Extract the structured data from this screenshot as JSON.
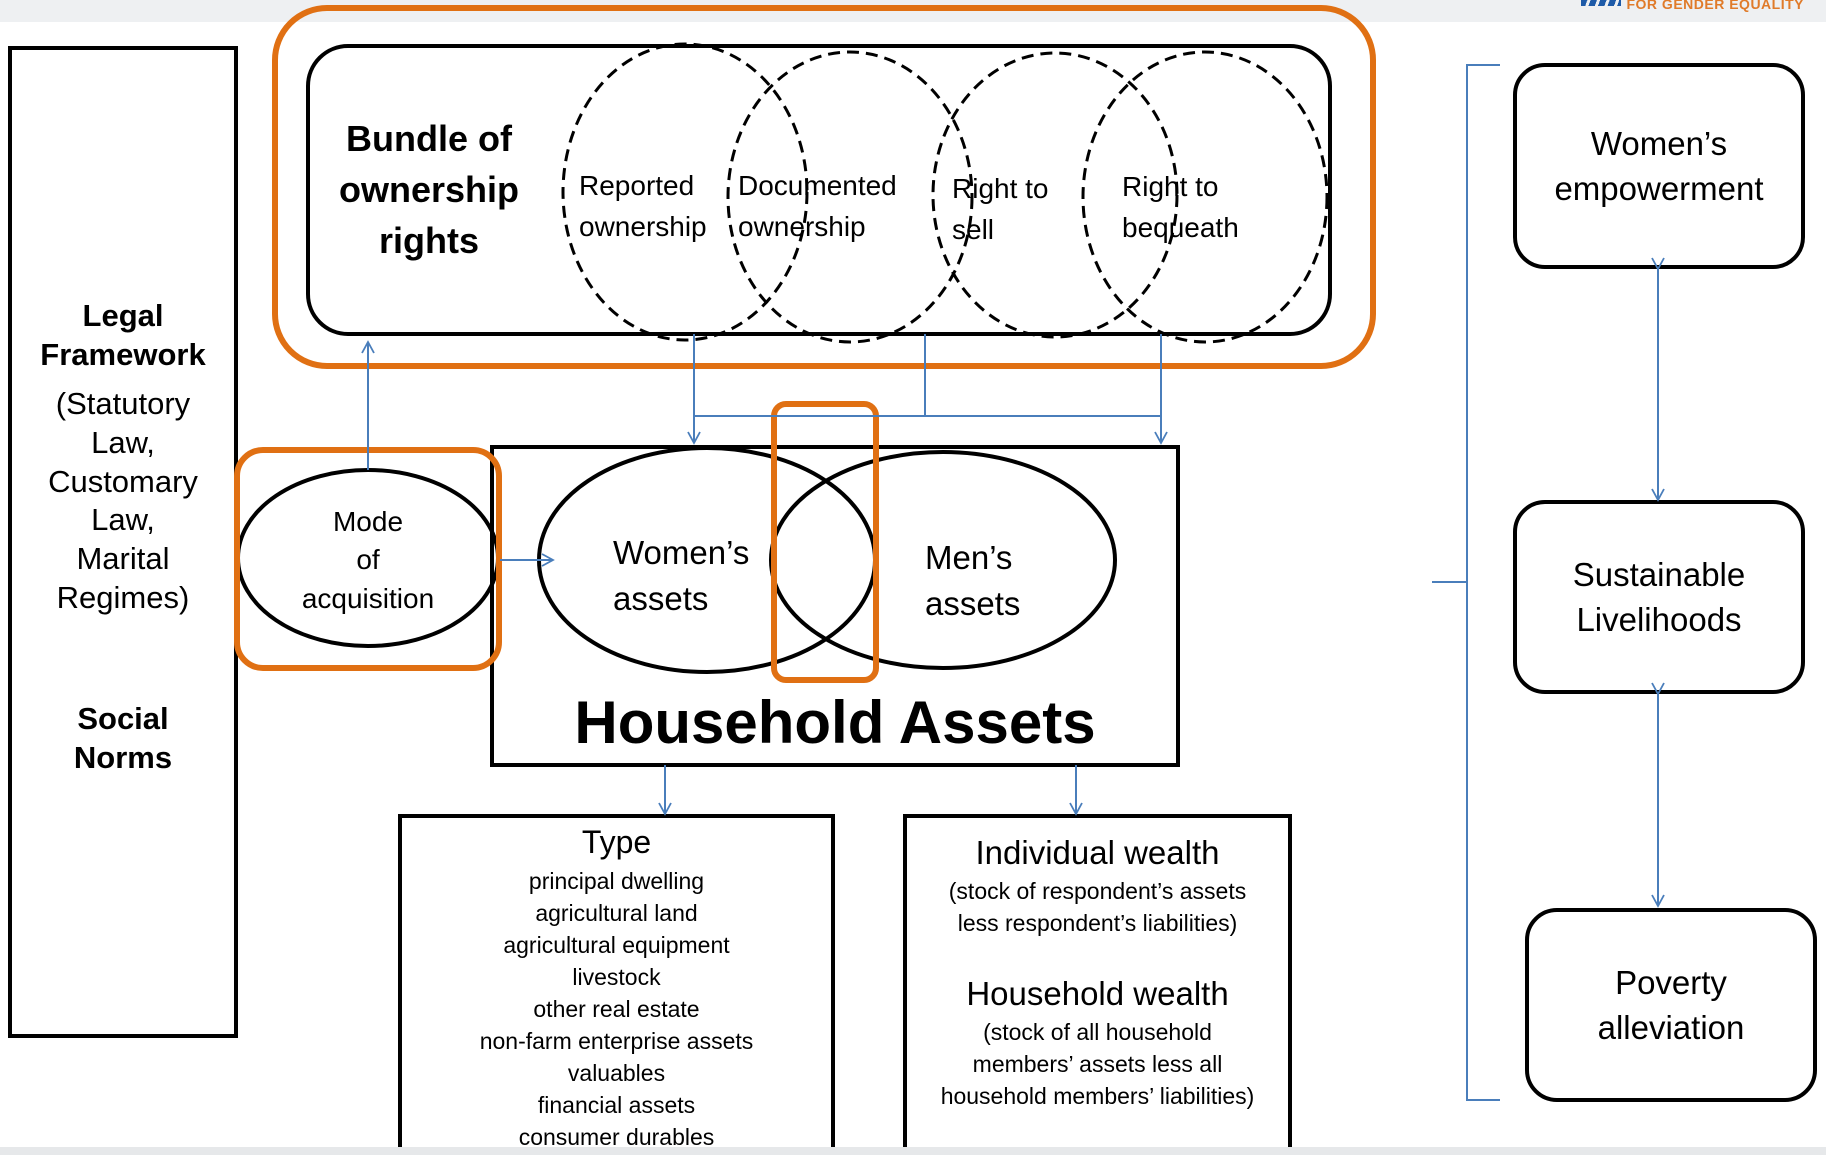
{
  "header": {
    "logo_text": "FOR GENDER EQUALITY"
  },
  "left_panel": {
    "legal_title": [
      "Legal",
      "Framework"
    ],
    "legal_sub": [
      "(Statutory",
      "Law,",
      "Customary",
      "Law,",
      "Marital",
      "Regimes)"
    ],
    "social_norms": [
      "Social",
      "Norms"
    ]
  },
  "bundle": {
    "title": [
      "Bundle of",
      "ownership",
      "rights"
    ],
    "rights": [
      {
        "line1": "Reported",
        "line2": "ownership"
      },
      {
        "line1": "Documented",
        "line2": "ownership"
      },
      {
        "line1": "Right to",
        "line2": "sell"
      },
      {
        "line1": "Right to",
        "line2": "bequeath"
      }
    ]
  },
  "mode": [
    "Mode",
    "of",
    "acquisition"
  ],
  "household": {
    "title": "Household Assets",
    "women": [
      "Women’s",
      "assets"
    ],
    "men": [
      "Men’s",
      "assets"
    ]
  },
  "type_box": {
    "title": "Type",
    "items": [
      "principal dwelling",
      "agricultural land",
      "agricultural equipment",
      "livestock",
      "other real estate",
      "non-farm enterprise assets",
      "valuables",
      "financial assets",
      "consumer durables"
    ]
  },
  "wealth_box": {
    "individual_title": "Individual wealth",
    "individual_desc": [
      "(stock of respondent’s assets",
      "less respondent’s liabilities)"
    ],
    "household_title": "Household wealth",
    "household_desc": [
      "(stock of all household",
      "members’ assets less all",
      "household members’ liabilities)"
    ]
  },
  "outcomes": {
    "empowerment": [
      "Women’s",
      "empowerment"
    ],
    "livelihoods": [
      "Sustainable",
      "Livelihoods"
    ],
    "poverty": [
      "Poverty",
      "alleviation"
    ]
  },
  "colors": {
    "highlight": "#e07013",
    "arrow": "#4a7ebb",
    "stroke": "#000000"
  }
}
